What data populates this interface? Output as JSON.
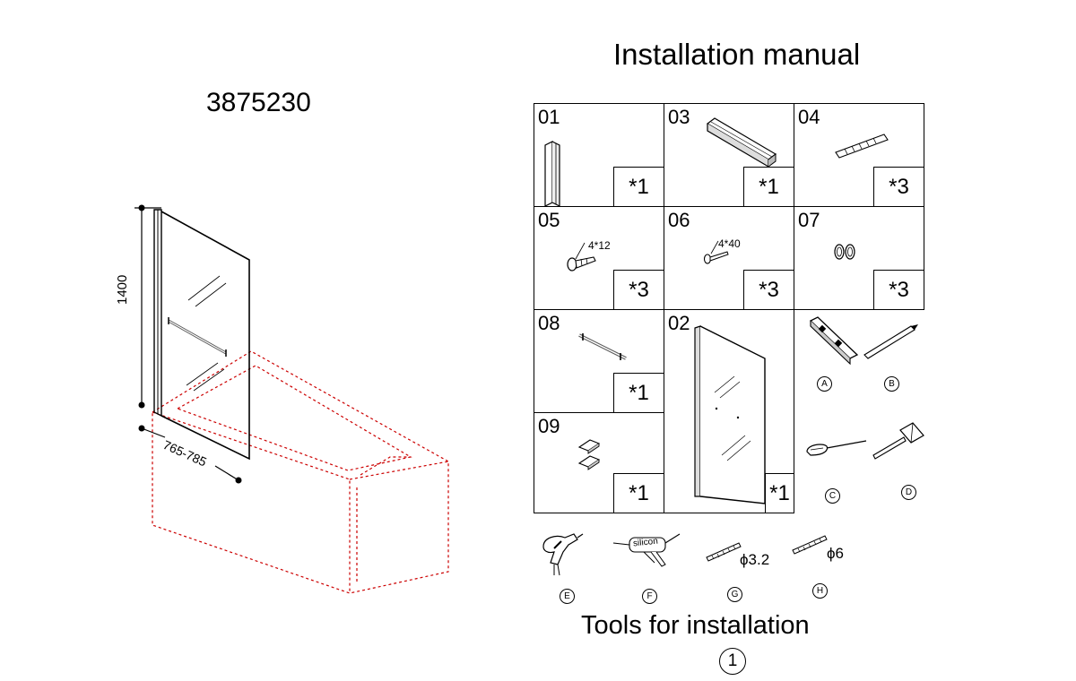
{
  "header": {
    "model_number": "3875230",
    "title": "Installation manual"
  },
  "dimensions": {
    "height": "1400",
    "width_range": "765-785"
  },
  "parts": [
    {
      "id": "01",
      "qty": "*1"
    },
    {
      "id": "03",
      "qty": "*1"
    },
    {
      "id": "04",
      "qty": "*3"
    },
    {
      "id": "05",
      "qty": "*3",
      "spec": "4*12"
    },
    {
      "id": "06",
      "qty": "*3",
      "spec": "4*40"
    },
    {
      "id": "07",
      "qty": "*3"
    },
    {
      "id": "08",
      "qty": "*1"
    },
    {
      "id": "02",
      "qty": "*1"
    },
    {
      "id": "09",
      "qty": "*1"
    }
  ],
  "tools": {
    "letters": [
      "A",
      "B",
      "C",
      "D",
      "E",
      "F",
      "G",
      "H"
    ],
    "silicon_label": "silicon",
    "drill_bit_g": "ϕ3.2",
    "drill_bit_h": "ϕ6"
  },
  "footer": {
    "caption": "Tools for installation",
    "step_number": "1"
  },
  "colors": {
    "outline": "#000000",
    "bathtub_dotted": "#cc0000"
  }
}
